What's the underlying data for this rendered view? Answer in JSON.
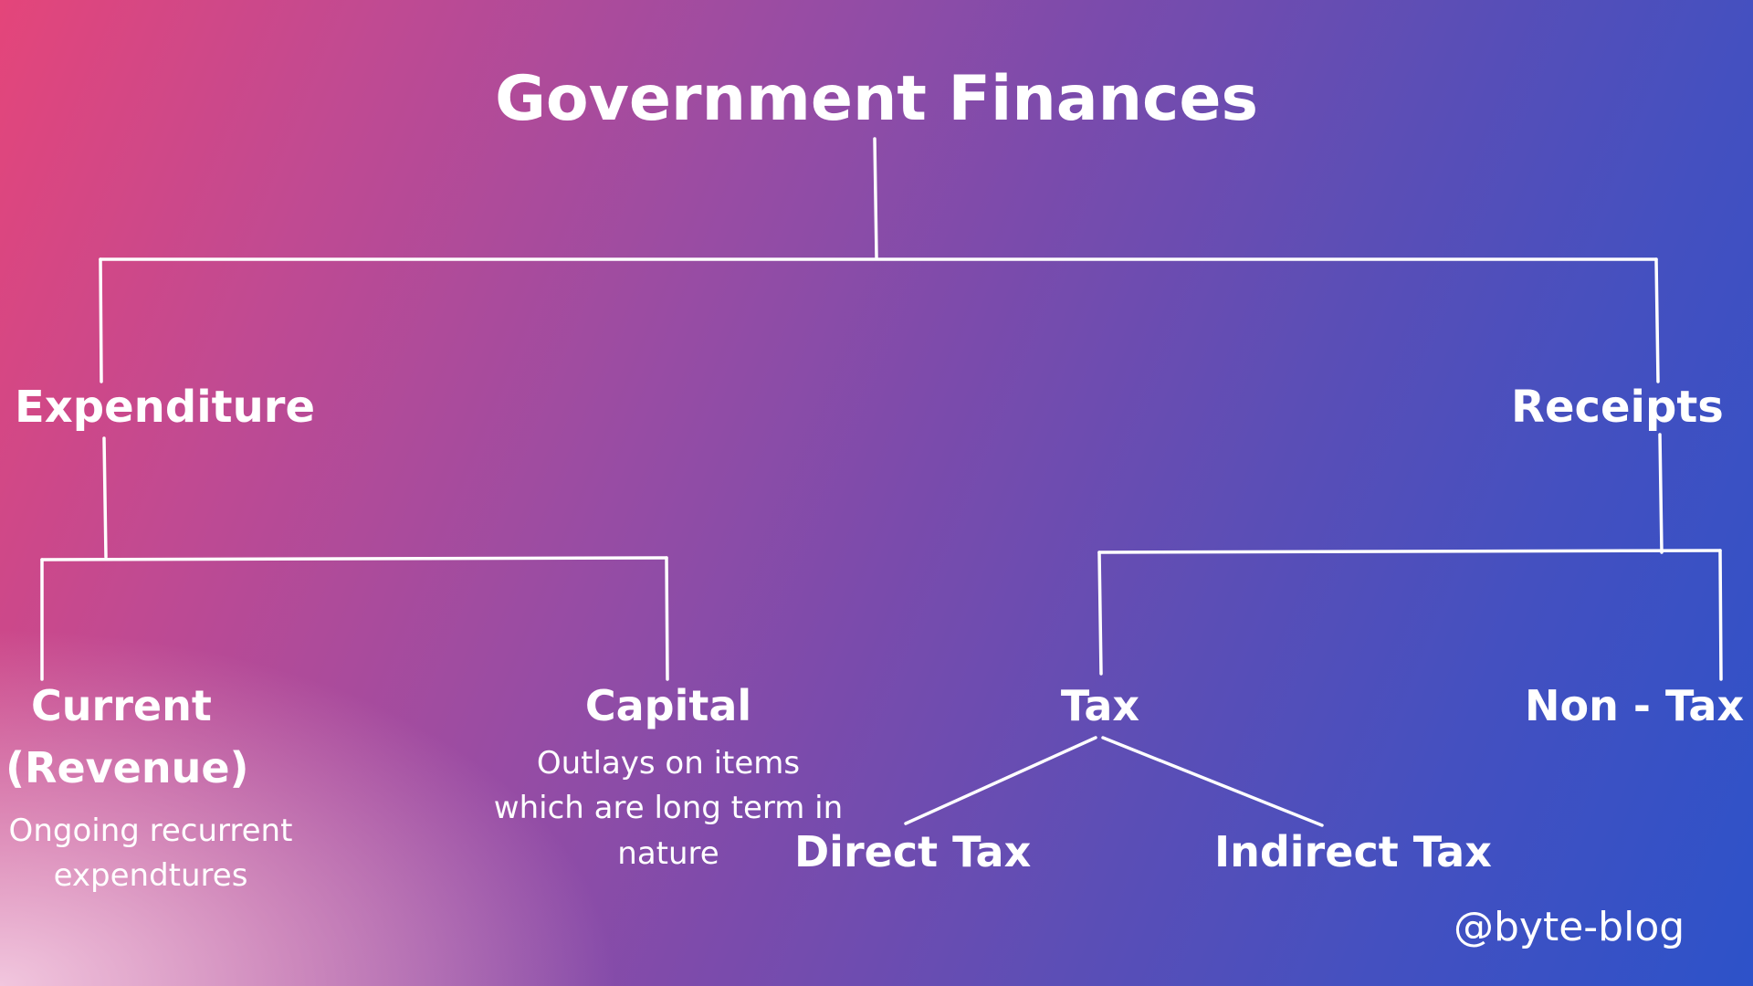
{
  "diagram": {
    "title": "Government Finances",
    "branches": {
      "expenditure": {
        "label": "Expenditure",
        "children": {
          "current": {
            "label_line1": "Current",
            "label_line2": "(Revenue)",
            "description_line1": "Ongoing recurrent",
            "description_line2": "expendtures"
          },
          "capital": {
            "label": "Capital",
            "description_line1": "Outlays on items",
            "description_line2": "which are long term in",
            "description_line3": "nature"
          }
        }
      },
      "receipts": {
        "label": "Receipts",
        "children": {
          "tax": {
            "label": "Tax",
            "children": {
              "direct": {
                "label": "Direct Tax"
              },
              "indirect": {
                "label": "Indirect Tax"
              }
            }
          },
          "non_tax": {
            "label": "Non - Tax"
          }
        }
      }
    }
  },
  "watermark": "@byte-blog",
  "colors": {
    "text": "#ffffff",
    "connector": "#ffffff",
    "gradient_left": "#e4457a",
    "gradient_mid": "#7a4bac",
    "gradient_right": "#2d52c9"
  }
}
